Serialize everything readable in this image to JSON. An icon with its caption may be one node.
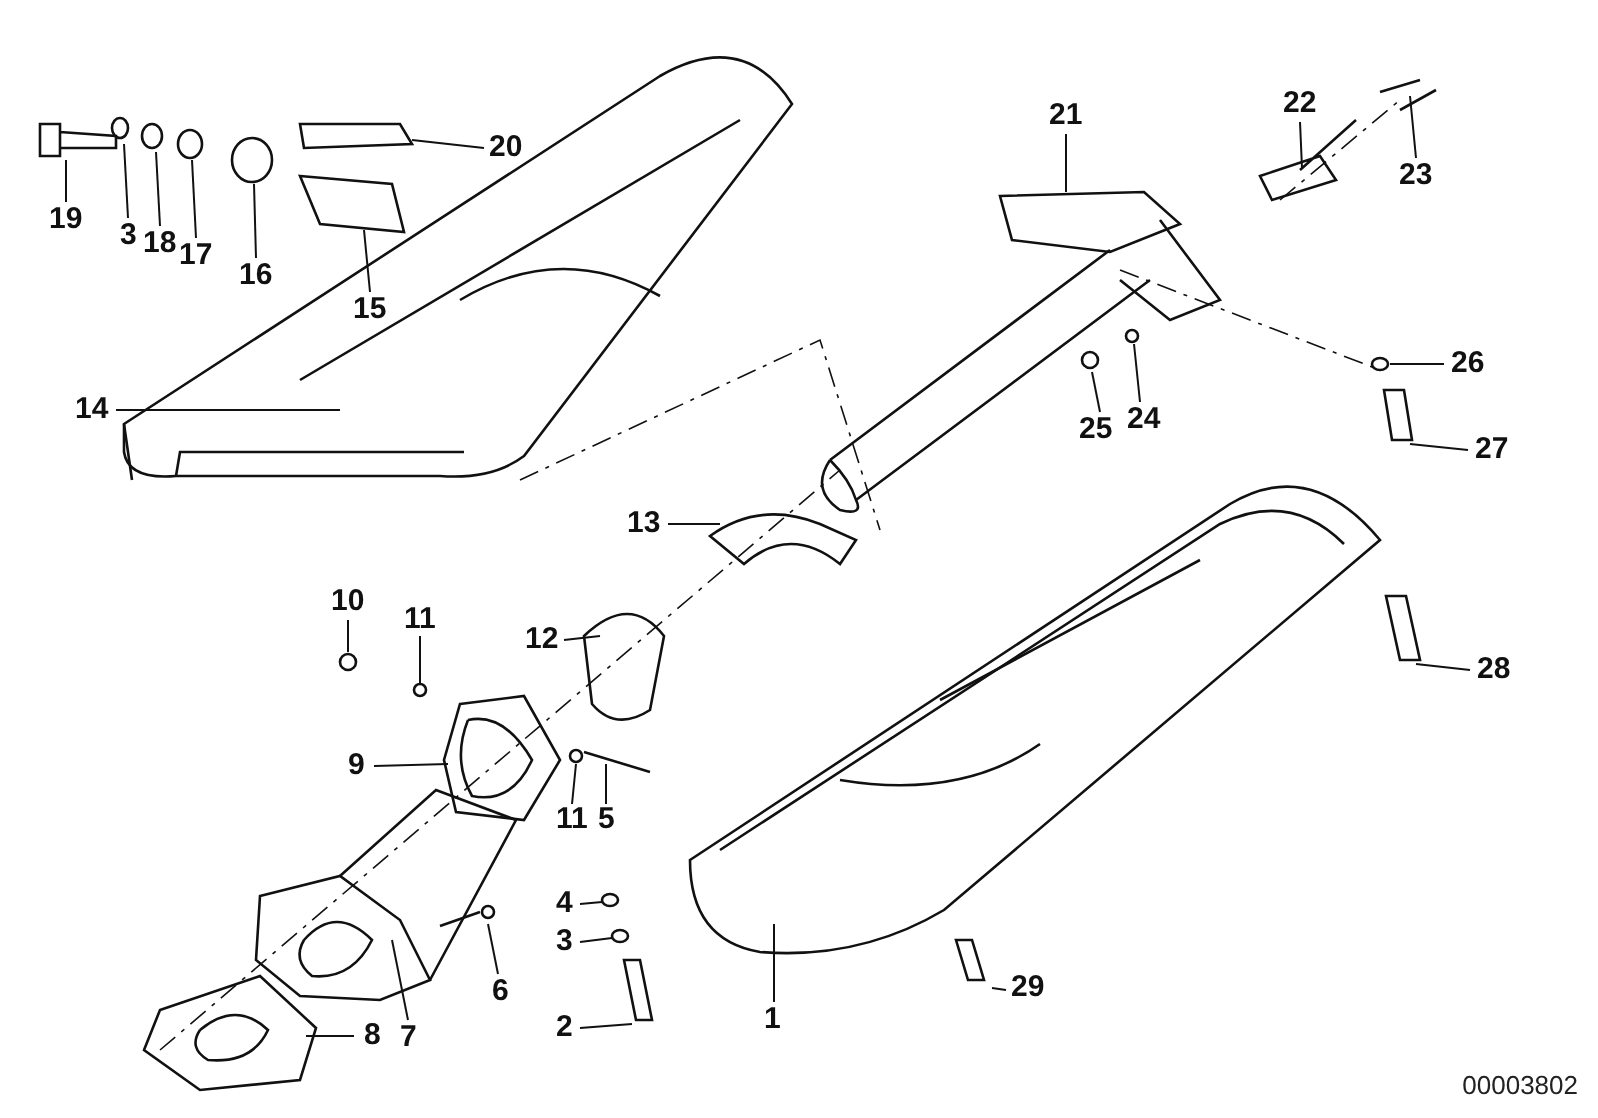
{
  "diagram": {
    "nodes": [
      {
        "text": [
          "19"
        ]
      },
      {
        "text": [
          "3"
        ]
      },
      {
        "text": [
          "18"
        ]
      },
      {
        "text": [
          "17"
        ]
      },
      {
        "text": [
          "16"
        ]
      },
      {
        "text": [
          "20"
        ]
      },
      {
        "text": [
          "15"
        ]
      },
      {
        "text": [
          "14"
        ]
      },
      {
        "text": [
          "21"
        ]
      },
      {
        "text": [
          "22"
        ]
      },
      {
        "text": [
          "23"
        ]
      },
      {
        "text": [
          "26"
        ]
      },
      {
        "text": [
          "27"
        ]
      },
      {
        "text": [
          "25"
        ]
      },
      {
        "text": [
          "24"
        ]
      },
      {
        "text": [
          "13"
        ]
      },
      {
        "text": [
          "12"
        ]
      },
      {
        "text": [
          "10"
        ]
      },
      {
        "text": [
          "11"
        ]
      },
      {
        "text": [
          "9"
        ]
      },
      {
        "text": [
          "11"
        ]
      },
      {
        "text": [
          "5"
        ]
      },
      {
        "text": [
          "28"
        ]
      },
      {
        "text": [
          "4"
        ]
      },
      {
        "text": [
          "3"
        ]
      },
      {
        "text": [
          "6"
        ]
      },
      {
        "text": [
          "1"
        ]
      },
      {
        "text": [
          "29"
        ]
      },
      {
        "text": [
          "2"
        ]
      },
      {
        "text": [
          "8"
        ]
      },
      {
        "text": [
          "7"
        ]
      }
    ],
    "edges": [
      {
        "from": 0,
        "to": null,
        "arrow": "none"
      },
      {
        "from": 1,
        "to": null,
        "arrow": "none"
      },
      {
        "from": 2,
        "to": null,
        "arrow": "none"
      },
      {
        "from": 3,
        "to": null,
        "arrow": "none"
      },
      {
        "from": 4,
        "to": null,
        "arrow": "none"
      },
      {
        "from": 5,
        "to": null,
        "arrow": "none"
      },
      {
        "from": 6,
        "to": null,
        "arrow": "none"
      },
      {
        "from": 7,
        "to": null,
        "arrow": "none"
      },
      {
        "from": 8,
        "to": null,
        "arrow": "none"
      },
      {
        "from": 9,
        "to": null,
        "arrow": "none"
      },
      {
        "from": 10,
        "to": null,
        "arrow": "none"
      },
      {
        "from": 11,
        "to": null,
        "arrow": "none"
      },
      {
        "from": 12,
        "to": null,
        "arrow": "none"
      },
      {
        "from": 13,
        "to": null,
        "arrow": "none"
      },
      {
        "from": 14,
        "to": null,
        "arrow": "none"
      },
      {
        "from": 15,
        "to": null,
        "arrow": "none"
      },
      {
        "from": 16,
        "to": null,
        "arrow": "none"
      },
      {
        "from": 17,
        "to": null,
        "arrow": "none"
      },
      {
        "from": 18,
        "to": null,
        "arrow": "none"
      },
      {
        "from": 19,
        "to": null,
        "arrow": "none"
      },
      {
        "from": 20,
        "to": null,
        "arrow": "none"
      },
      {
        "from": 21,
        "to": null,
        "arrow": "none"
      },
      {
        "from": 22,
        "to": null,
        "arrow": "none"
      },
      {
        "from": 23,
        "to": null,
        "arrow": "none"
      },
      {
        "from": 24,
        "to": null,
        "arrow": "none"
      },
      {
        "from": 25,
        "to": null,
        "arrow": "none"
      },
      {
        "from": 26,
        "to": null,
        "arrow": "none"
      },
      {
        "from": 27,
        "to": null,
        "arrow": "none"
      },
      {
        "from": 28,
        "to": null,
        "arrow": "none"
      },
      {
        "from": 29,
        "to": null,
        "arrow": "none"
      },
      {
        "from": 30,
        "to": null,
        "arrow": "none"
      }
    ],
    "labels": [
      "00003802"
    ]
  }
}
